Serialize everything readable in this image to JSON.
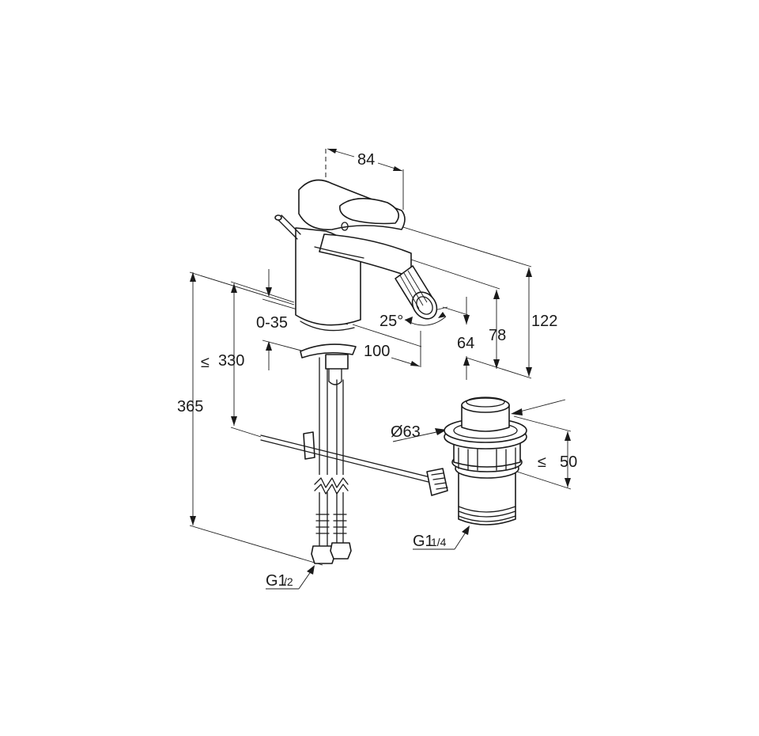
{
  "diagram": {
    "dimensions": {
      "spout_reach": "84",
      "height_overall": "122",
      "height_lever": "78",
      "height_spout": "64",
      "spout_offset": "100",
      "spray_angle": "25°",
      "deck_thickness": "0-35",
      "rod_length_prefix": "≤",
      "rod_length": "330",
      "hose_length": "365",
      "waste_diameter": "Ø63",
      "waste_height_prefix": "≤",
      "waste_height": "50"
    },
    "connections": {
      "supply_main": "G1",
      "supply_frac": "/2",
      "waste_main": "G1",
      "waste_frac": "1/4"
    }
  }
}
